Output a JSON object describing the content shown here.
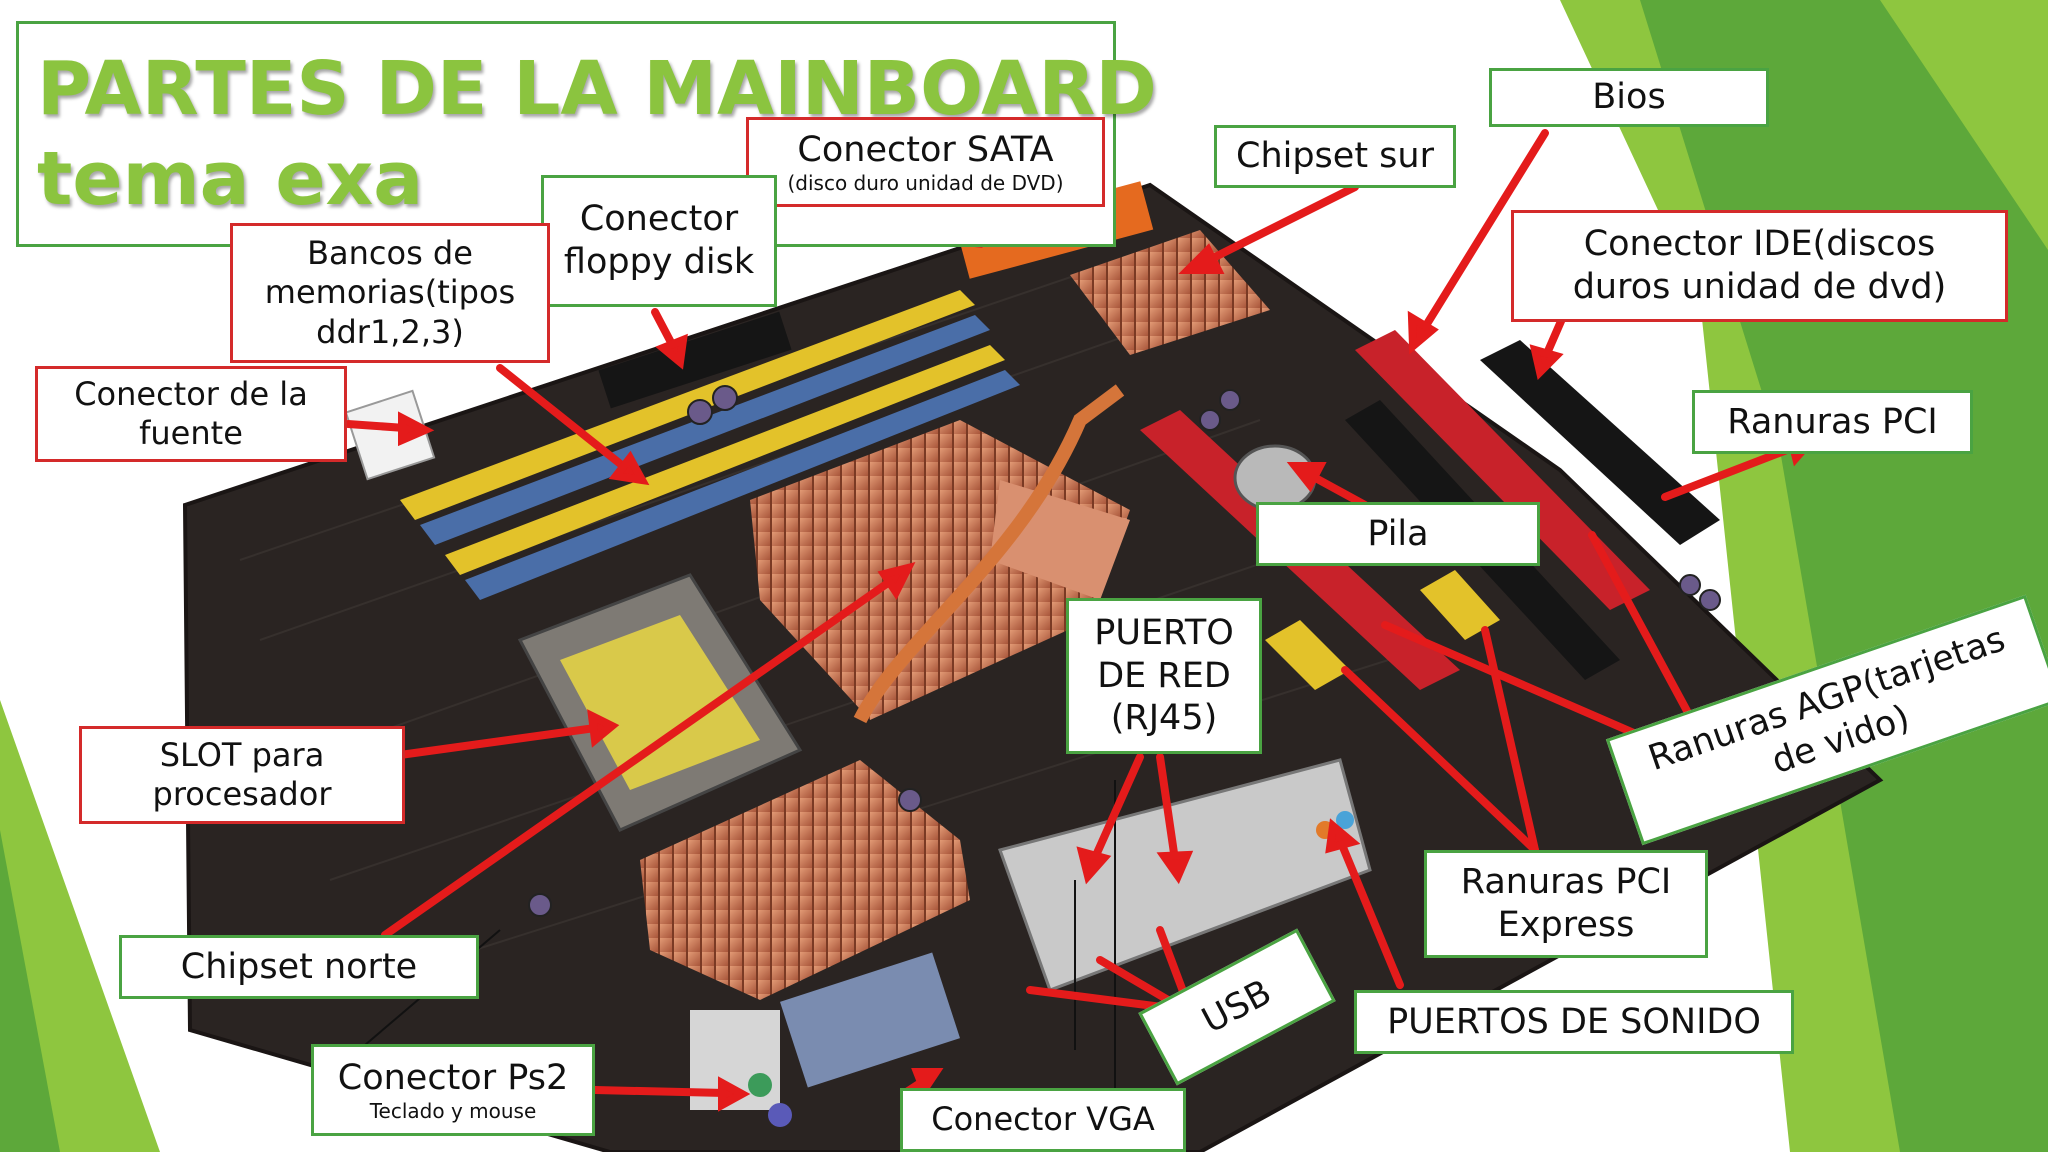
{
  "title": {
    "line1": "PARTES DE LA MAINBOARD",
    "line2": "tema exa"
  },
  "colors": {
    "title_green": "#8bc43f",
    "box_green": "#4aa342",
    "box_red": "#d42a2a",
    "arrow_red": "#e41b1b",
    "board_dark": "#2a2422",
    "copper": "#c8714a",
    "slot_yellow": "#e3c22a",
    "slot_blue": "#4a6ea8",
    "slot_red": "#c8222a"
  },
  "labels": {
    "conector_sata": {
      "main": "Conector SATA",
      "sub": "(disco duro unidad de DVD)"
    },
    "chipset_sur": "Chipset sur",
    "bios": "Bios",
    "conector_floppy": "Conector floppy disk",
    "bancos_memorias": "Bancos de memorias(tipos ddr1,2,3)",
    "conector_ide": "Conector IDE(discos duros unidad de dvd)",
    "conector_fuente": "Conector de la fuente",
    "ranuras_pci": "Ranuras PCI",
    "pila": "Pila",
    "puerto_red": "PUERTO DE RED (RJ45)",
    "ranuras_agp": "Ranuras AGP(tarjetas de vido)",
    "slot_procesador": "SLOT para procesador",
    "ranuras_pci_express": "Ranuras PCI Express",
    "chipset_norte": "Chipset norte",
    "usb": "USB",
    "puertos_sonido": "PUERTOS DE SONIDO",
    "conector_ps2": {
      "main": "Conector Ps2",
      "sub": "Teclado y mouse"
    },
    "conector_vga": "Conector VGA"
  },
  "icons": {
    "arrows": "red-arrow-icon",
    "board": "motherboard-illustration"
  }
}
